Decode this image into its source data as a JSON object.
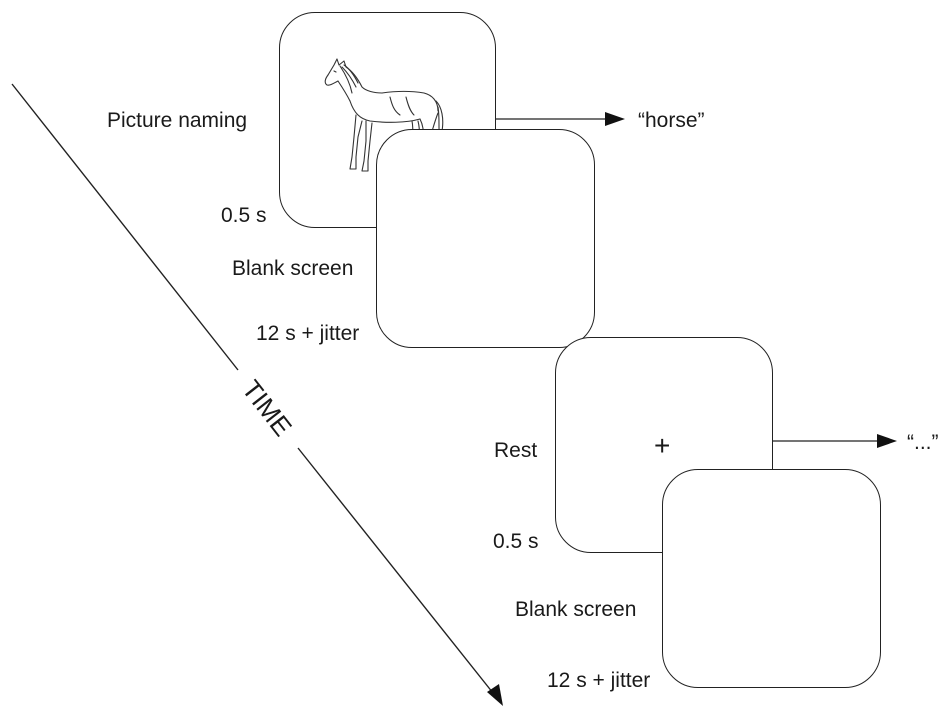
{
  "time_axis": {
    "label": "TIME"
  },
  "trials": [
    {
      "task_label": "Picture naming",
      "stimulus_icon": "horse-drawing-icon",
      "stimulus_duration": "0.5 s",
      "response": "“horse”",
      "blank_label": "Blank screen",
      "blank_duration": "12 s + jitter"
    },
    {
      "task_label": "Rest",
      "stimulus_symbol": "+",
      "stimulus_duration": "0.5 s",
      "response": "“...”",
      "blank_label": "Blank screen",
      "blank_duration": "12 s + jitter"
    }
  ]
}
